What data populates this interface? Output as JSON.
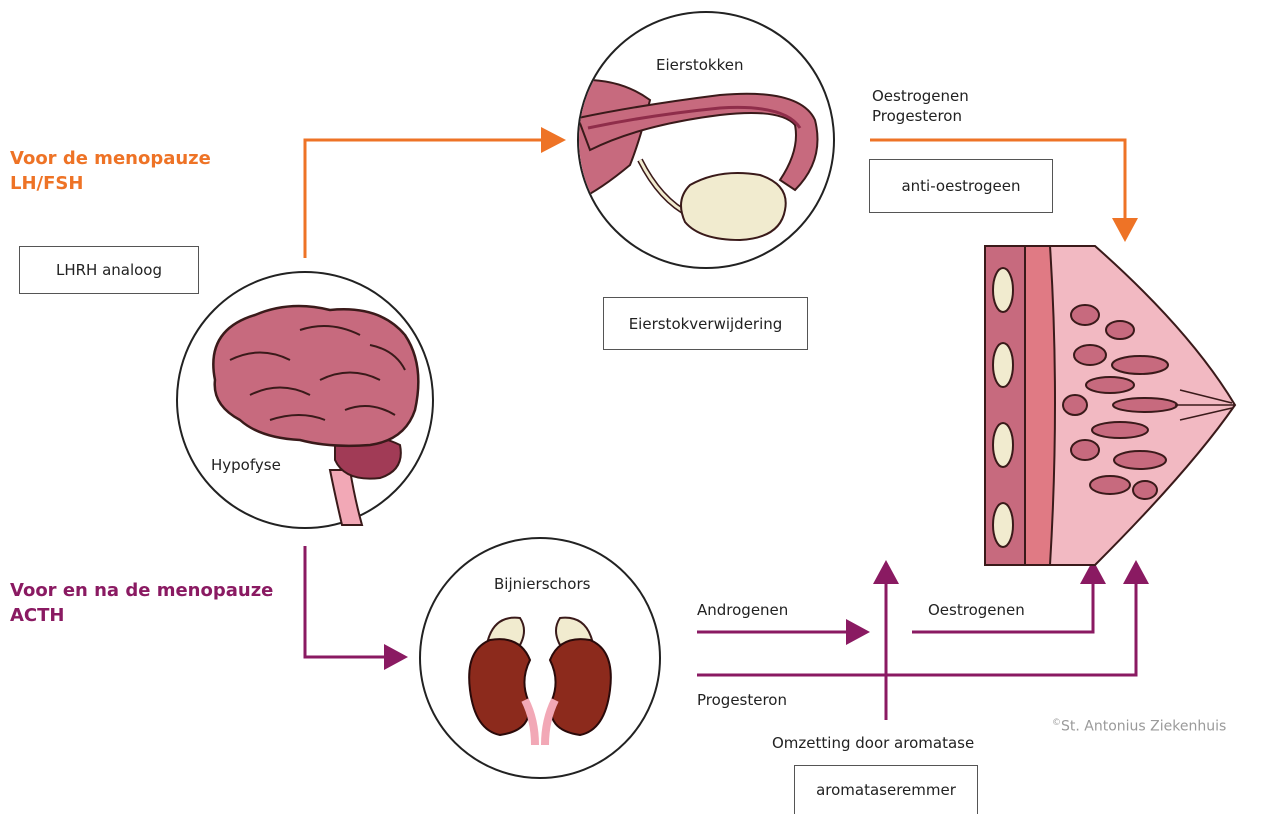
{
  "colors": {
    "orange": "#ee7326",
    "purple": "#8a1a62",
    "organ_pink": "#c76a7e",
    "organ_dark": "#8f2d4a",
    "cream": "#f1ebcf",
    "kidney": "#8c2a1c"
  },
  "headings": {
    "pre_menopause_line1": "Voor de menopauze",
    "pre_menopause_line2": "LH/FSH",
    "pre_post_line1": "Voor en na de menopauze",
    "pre_post_line2": "ACTH"
  },
  "organs": {
    "pituitary": "Hypofyse",
    "ovaries": "Eierstokken",
    "adrenal": "Bijnierschors"
  },
  "hormones": {
    "ovary_out_line1": "Oestrogenen",
    "ovary_out_line2": "Progesteron",
    "androgens": "Androgenen",
    "estrogens": "Oestrogenen",
    "progesterone": "Progesteron",
    "aromatase": "Omzetting door aromatase"
  },
  "treatments": {
    "lhrh": "LHRH analoog",
    "ovariectomy": "Eierstokverwijdering",
    "anti_estrogen": "anti-oestrogeen",
    "aromatase_inhibitor": "aromataseremmer"
  },
  "copyright": {
    "symbol": "©",
    "text": "St. Antonius Ziekenhuis"
  }
}
